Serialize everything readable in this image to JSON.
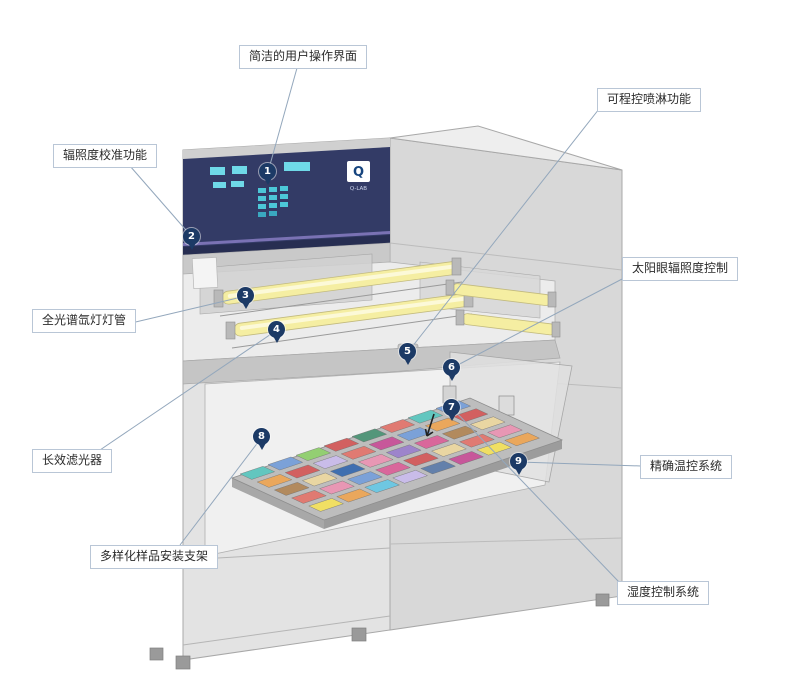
{
  "figure": {
    "background": "#ffffff",
    "accent_navy": "#1c3a66",
    "label_border_color": "#b9c6d6",
    "leader_line_color": "#93a7bc"
  },
  "machine": {
    "brand_letter": "Q",
    "brand_caption": "Q-LAB",
    "panel_color": "#333b66",
    "display_color": "#6fd9e8",
    "lamp_color": "#f5eea2",
    "sample_colors": [
      "#62c6bf",
      "#e897b4",
      "#f0df63",
      "#7ba1d8",
      "#9d84cb",
      "#eaa75c",
      "#93cf72",
      "#d9679b",
      "#6ec7e2",
      "#d26060",
      "#b28a5e",
      "#c9bce9",
      "#53967a",
      "#e9d6a2",
      "#6380ab",
      "#e07a72",
      "#3f6fb0",
      "#c7579a"
    ]
  },
  "callouts": [
    {
      "number": "1",
      "label": "简洁的用户操作界面"
    },
    {
      "number": "2",
      "label": "辐照度校准功能"
    },
    {
      "number": "3",
      "label": "全光谱氙灯灯管"
    },
    {
      "number": "4",
      "label": "长效滤光器"
    },
    {
      "number": "5",
      "label": "可程控喷淋功能"
    },
    {
      "number": "6",
      "label": "太阳眼辐照度控制"
    },
    {
      "number": "7",
      "label": "湿度控制系统"
    },
    {
      "number": "8",
      "label": "多样化样品安装支架"
    },
    {
      "number": "9",
      "label": "精确温控系统"
    }
  ]
}
